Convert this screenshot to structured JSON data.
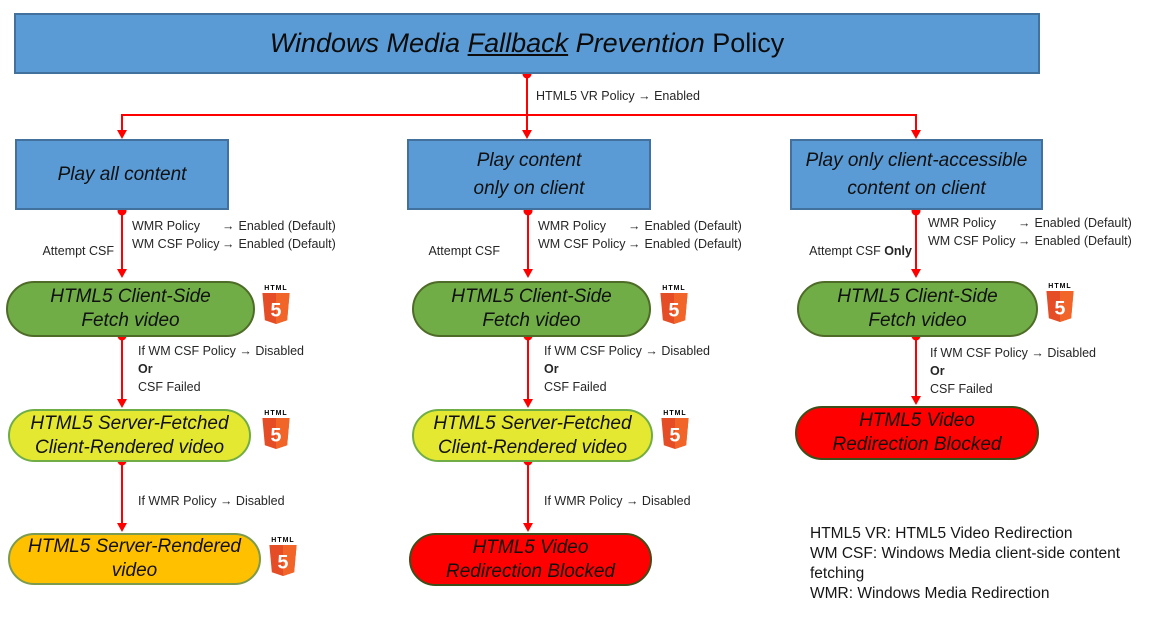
{
  "banner": {
    "title_part1": "Windows Media ",
    "title_fallback": "Fallback",
    "title_part2": " Prevention",
    "title_part3": " Policy"
  },
  "root_label": "HTML5 VR Policy → Enabled",
  "glyphs": {
    "arrow": "→",
    "html_label": "HTML",
    "five": "5"
  },
  "columns": [
    {
      "header_lines": [
        "Play all content"
      ],
      "attempt_label": "Attempt CSF",
      "policies": [
        {
          "name": "WMR Policy",
          "value": "Enabled (Default)"
        },
        {
          "name": "WM CSF Policy",
          "value": "Enabled (Default)"
        }
      ],
      "fetch_node": {
        "line1": "HTML5 Client-Side",
        "line2": "Fetch video"
      },
      "csf_condition": {
        "line1": "If WM CSF Policy → Disabled",
        "line2": "Or",
        "line3": "CSF Failed"
      },
      "server_fetched_node": {
        "line1": "HTML5 Server-Fetched",
        "line2": "Client-Rendered video"
      },
      "wmr_condition": "If WMR Policy → Disabled",
      "final_node": {
        "line1": "HTML5 Server-Rendered",
        "line2": "video"
      }
    },
    {
      "header_lines": [
        "Play content",
        "only on client"
      ],
      "attempt_label": "Attempt CSF",
      "policies": [
        {
          "name": "WMR Policy",
          "value": "Enabled (Default)"
        },
        {
          "name": "WM CSF Policy",
          "value": "Enabled (Default)"
        }
      ],
      "fetch_node": {
        "line1": "HTML5 Client-Side",
        "line2": "Fetch video"
      },
      "csf_condition": {
        "line1": "If WM CSF Policy → Disabled",
        "line2": "Or",
        "line3": "CSF Failed"
      },
      "server_fetched_node": {
        "line1": "HTML5 Server-Fetched",
        "line2": "Client-Rendered video"
      },
      "wmr_condition": "If WMR Policy → Disabled",
      "final_node": {
        "line1": "HTML5 Video",
        "line2": "Redirection Blocked"
      }
    },
    {
      "header_lines": [
        "Play only client-accessible",
        "content on client"
      ],
      "attempt_label": "Attempt CSF",
      "attempt_bold": "Only",
      "policies": [
        {
          "name": "WMR Policy",
          "value": "Enabled (Default)"
        },
        {
          "name": "WM CSF Policy",
          "value": "Enabled (Default)"
        }
      ],
      "fetch_node": {
        "line1": "HTML5 Client-Side",
        "line2": "Fetch video"
      },
      "csf_condition": {
        "line1": "If WM CSF Policy → Disabled",
        "line2": "Or",
        "line3": "CSF Failed"
      },
      "final_node": {
        "line1": "HTML5 Video",
        "line2": "Redirection Blocked"
      }
    }
  ],
  "legend": {
    "lines": [
      "HTML5 VR: HTML5 Video Redirection",
      "WM CSF: Windows Media client-side content fetching",
      "WMR: Windows Media Redirection"
    ]
  },
  "colors": {
    "banner_blue": "#5b9bd5",
    "banner_border": "#41719c",
    "node_green": "#70ad47",
    "node_yellow": "#e5e831",
    "node_orange": "#ffc000",
    "node_red": "#ff0000",
    "connector_red": "#ff0000",
    "badge_orange_dark": "#e44d26",
    "badge_orange_light": "#f16529"
  }
}
